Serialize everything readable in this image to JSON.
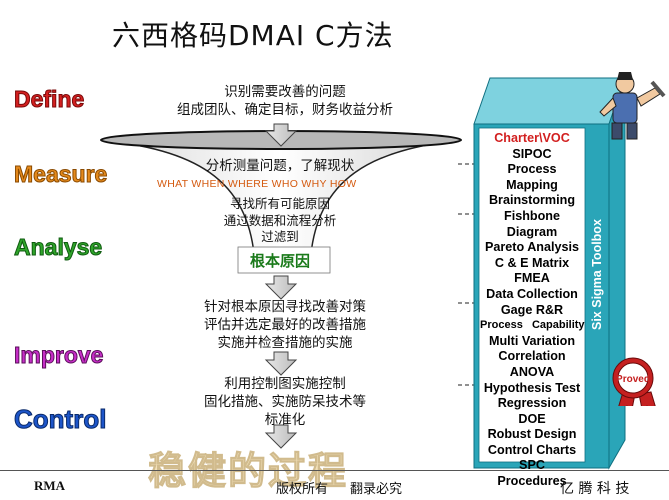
{
  "title": "六西格码DMAI C方法",
  "phases": {
    "define": "Define",
    "measure": "Measure",
    "analyse": "Analyse",
    "improve": "Improve",
    "control": "Control"
  },
  "define_text": [
    "识别需要改善的问题",
    "组成团队、确定目标，财务收益分析"
  ],
  "measure_text": "分析测量问题，了解现状",
  "five_w": "WHAT WHEN WHERE WHO WHY HOW",
  "analyse_text": [
    "寻找所有可能原因",
    "通过数据和流程分析",
    "过滤到"
  ],
  "root_cause": "根本原因",
  "improve_text": [
    "针对根本原因寻找改善对策",
    "评估并选定最好的改善措施",
    "实施并检查措施的实施"
  ],
  "control_text": [
    "利用控制图实施控制",
    "固化措施、实施防呆技术等",
    "标准化"
  ],
  "toolbox": {
    "label": "Six Sigma Toolbox",
    "badge": "Proved",
    "tools": [
      "Charter\\VOC",
      "SIPOC",
      "Process Mapping",
      "Brainstorming",
      "Fishbone Diagram",
      "Pareto Analysis",
      "C & E Matrix",
      "FMEA",
      "Data Collection",
      "Gage R&R",
      "Process   Capability",
      "Multi Variation",
      "Correlation",
      "ANOVA",
      "Hypothesis Test",
      "Regression",
      "DOE",
      "Robust Design",
      "Control Charts",
      "SPC",
      "Procedures"
    ]
  },
  "watermark": "稳健的过程",
  "footer": {
    "left": "RMA",
    "center_a": "版权所有",
    "center_b": "翻录必究",
    "right": "亿 腾 科 技"
  },
  "colors": {
    "toolbox_teal": "#2aa5b8",
    "funnel_gray": "#bcbcbc",
    "define": "#d42020",
    "measure": "#e58a1c",
    "analyse": "#2fa52a",
    "improve": "#c72ec8",
    "control": "#1d55c9"
  }
}
